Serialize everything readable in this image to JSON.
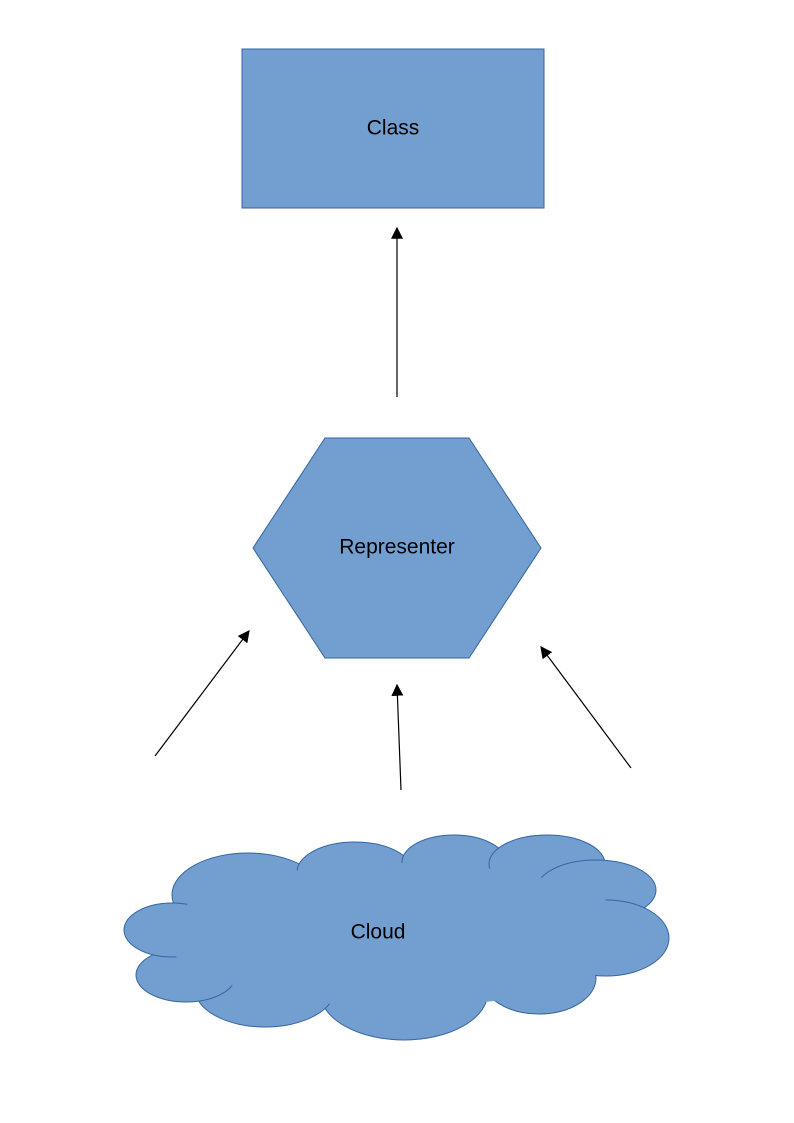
{
  "diagram": {
    "colors": {
      "shape_fill": "#729fcf",
      "shape_stroke": "#3465a4",
      "arrow": "#000000",
      "background": "#ffffff"
    },
    "nodes": {
      "class": {
        "label": "Class",
        "shape": "rectangle"
      },
      "representer": {
        "label": "Representer",
        "shape": "hexagon"
      },
      "cloud": {
        "label": "Cloud",
        "shape": "cloud"
      }
    },
    "edges": [
      {
        "from": "representer",
        "to": "class"
      },
      {
        "from": "lower-left",
        "to": "representer"
      },
      {
        "from": "cloud",
        "to": "representer"
      },
      {
        "from": "lower-right",
        "to": "representer"
      }
    ]
  }
}
